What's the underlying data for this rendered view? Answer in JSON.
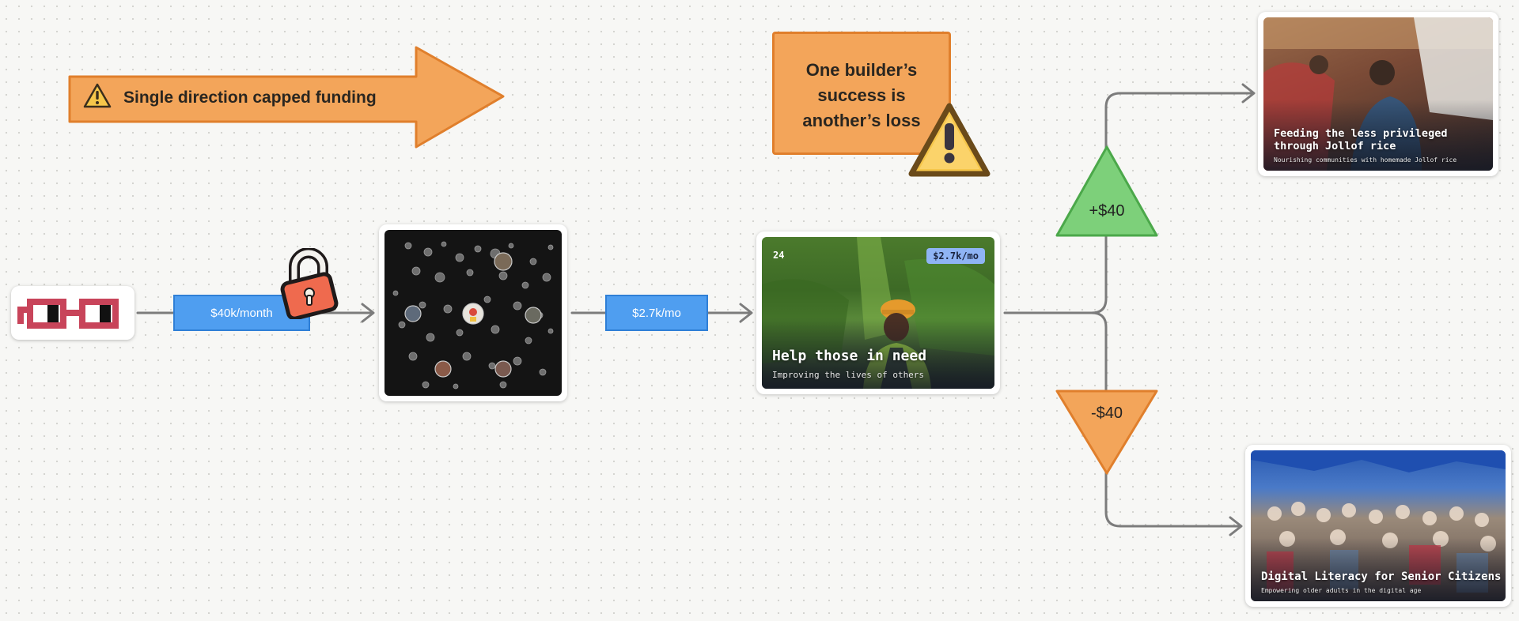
{
  "callouts": {
    "capped_funding": "Single direction capped funding",
    "builder_loss": "One builder’s success is another’s loss"
  },
  "flow": {
    "label_monthly_cap": "$40k/month",
    "label_pool_out": "$2.7k/mo",
    "gain": "+$40",
    "loss": "-$40"
  },
  "cards": {
    "main": {
      "count": "24",
      "amount": "$2.7k/mo",
      "title": "Help those in need",
      "description": "Improving the lives of others"
    },
    "top": {
      "title": "Feeding the less privileged through Jollof rice",
      "description": "Nourishing communities with homemade Jollof rice"
    },
    "bottom": {
      "title": "Digital Literacy for Senior Citizens",
      "description": "Empowering older adults in the digital age"
    }
  },
  "colors": {
    "orange": "#f3a55a",
    "blue": "#4f9ef0",
    "green": "#7dd07a",
    "logo_red": "#c8445a"
  }
}
